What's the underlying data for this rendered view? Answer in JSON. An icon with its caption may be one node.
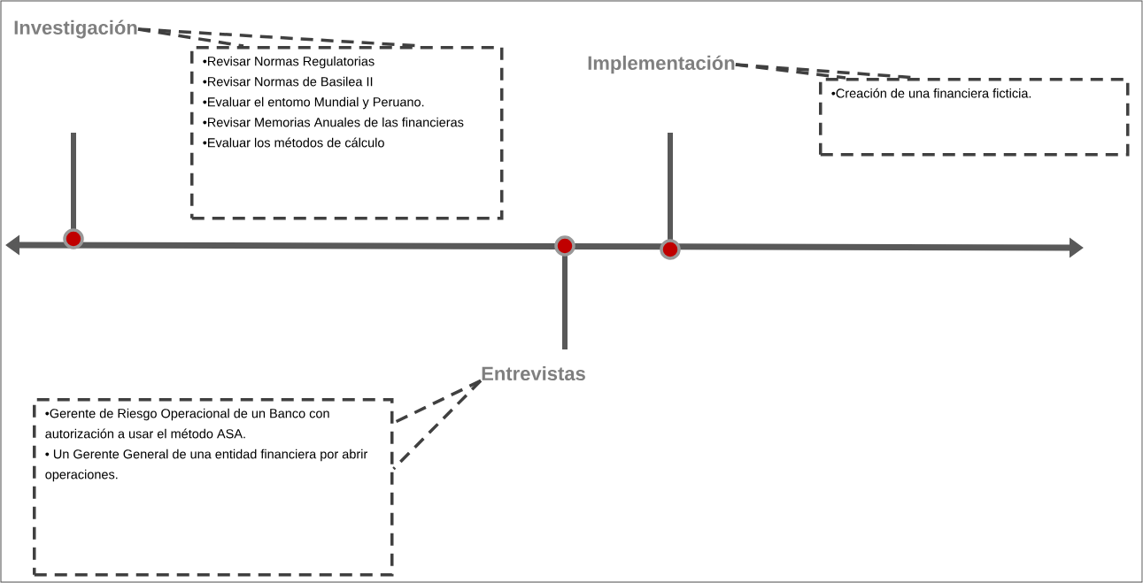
{
  "diagram": {
    "nodes": [
      {
        "text": [
          "Investigación"
        ]
      },
      {
        "text": [
          "•Revisar Normas Regulatorias",
          "•Revisar Normas de Basilea II",
          "•Evaluar el entomo Mundial y Peruano.",
          "•Revisar Memorias Anuales de las financieras",
          "•Evaluar los métodos de cálculo"
        ]
      },
      {
        "text": [
          "Implementación"
        ]
      },
      {
        "text": [
          "•Creación de una financiera ficticia."
        ]
      },
      {
        "text": [
          "Entrevistas"
        ]
      },
      {
        "text": [
          "•Gerente de Riesgo Operacional de un Banco con autorización a usar el método ASA.",
          "• Un Gerente General de una entidad financiera por abrir operaciones."
        ]
      }
    ],
    "edges": [
      {
        "from": 0,
        "to": 1,
        "arrow": "none",
        "style": "dashed"
      },
      {
        "from": 0,
        "to": 1,
        "arrow": "none",
        "style": "dashed"
      },
      {
        "from": 2,
        "to": 3,
        "arrow": "none",
        "style": "dashed"
      },
      {
        "from": 2,
        "to": 3,
        "arrow": "none",
        "style": "dashed"
      },
      {
        "from": 4,
        "to": 5,
        "arrow": "none",
        "style": "dashed"
      },
      {
        "from": 4,
        "to": 5,
        "arrow": "none",
        "style": "dashed"
      }
    ]
  }
}
